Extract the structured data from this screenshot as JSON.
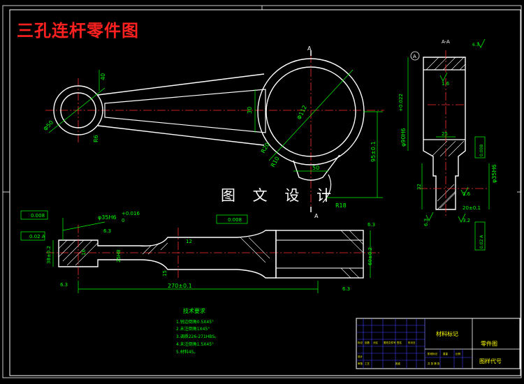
{
  "title": "三孔连杆零件图",
  "watermark": "图 文 设 计",
  "top_view": {
    "section_mark": "A",
    "dims": {
      "small_dia": "Φ50",
      "small_r": "R6",
      "width_40": "40",
      "web_30": "30",
      "big_dia": "Φ112",
      "r20": "R20",
      "r10": "R10",
      "w50": "50",
      "h95": "95±0.1",
      "r18": "R18"
    }
  },
  "section_view": {
    "label": "A-A",
    "datum": "A",
    "top_tol": "φ90H6",
    "top_tol_dev": "+0.022",
    "rough_top": "1.6",
    "rough_corner": "6.3",
    "dim_25": "25",
    "box_0008": "0.008",
    "shaft_tol": "φ35H6",
    "dim_32": "32",
    "rough_16": "1.6",
    "dim_20": "20±0.1",
    "rough_mid": "3.2",
    "perp_box": "0.02 A",
    "rough_small": "6.3"
  },
  "bottom_view": {
    "flat_left": "0.008",
    "par_left": "0.02 A",
    "bore_tol": "φ35H6",
    "bore_dev": "+0.016",
    "bore_dev0": "0",
    "rough_a": "6.3",
    "d_left": "38±0.2",
    "d_16": "16",
    "d_25": "25H8",
    "flat_mid": "0.008",
    "d_12": "12",
    "d_15": "15",
    "len": "270±0.1",
    "rough_right": "6.3",
    "d_right": "60±0.2",
    "rough_b": "6.3",
    "rough_c": "6.3"
  },
  "notes": {
    "heading": "技术要求",
    "lines": [
      "1.锐边倒角0.5X45°",
      "2.未注倒角1X45°",
      "3.调质226-271HBS。",
      "4.未注倒角1.5X45°",
      "5.材料45。"
    ]
  },
  "title_block": {
    "mat_label": "材料标记",
    "part_label": "零件图",
    "drawing_no": "图样代号",
    "small_texts": [
      "标记",
      "处数",
      "分区",
      "更改文件号",
      "签名",
      "年月日",
      "设计",
      "审核",
      "工艺",
      "批准",
      "阶段标记",
      "重量",
      "比例",
      "共 张 第 张"
    ]
  }
}
